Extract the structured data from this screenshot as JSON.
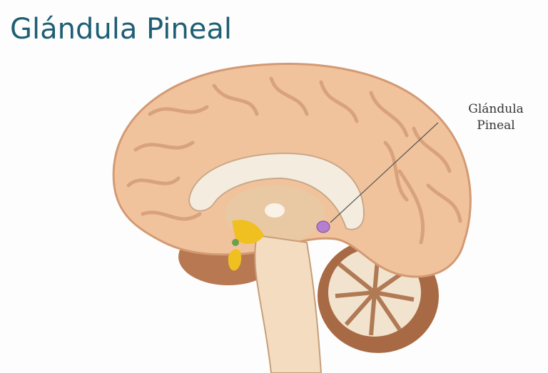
{
  "title": "Glándula Pineal",
  "label": {
    "line1": "Glándula",
    "line2": "Pineal"
  },
  "colors": {
    "title": "#1e5f74",
    "cortex": "#f1c39c",
    "cortex_dark": "#c98c66",
    "corpus_callosum": "#f5ece0",
    "cerebellum": "#a86a44",
    "brainstem": "#f3dcc0",
    "pineal": "#b57fd0",
    "pituitary": "#f0c020"
  }
}
